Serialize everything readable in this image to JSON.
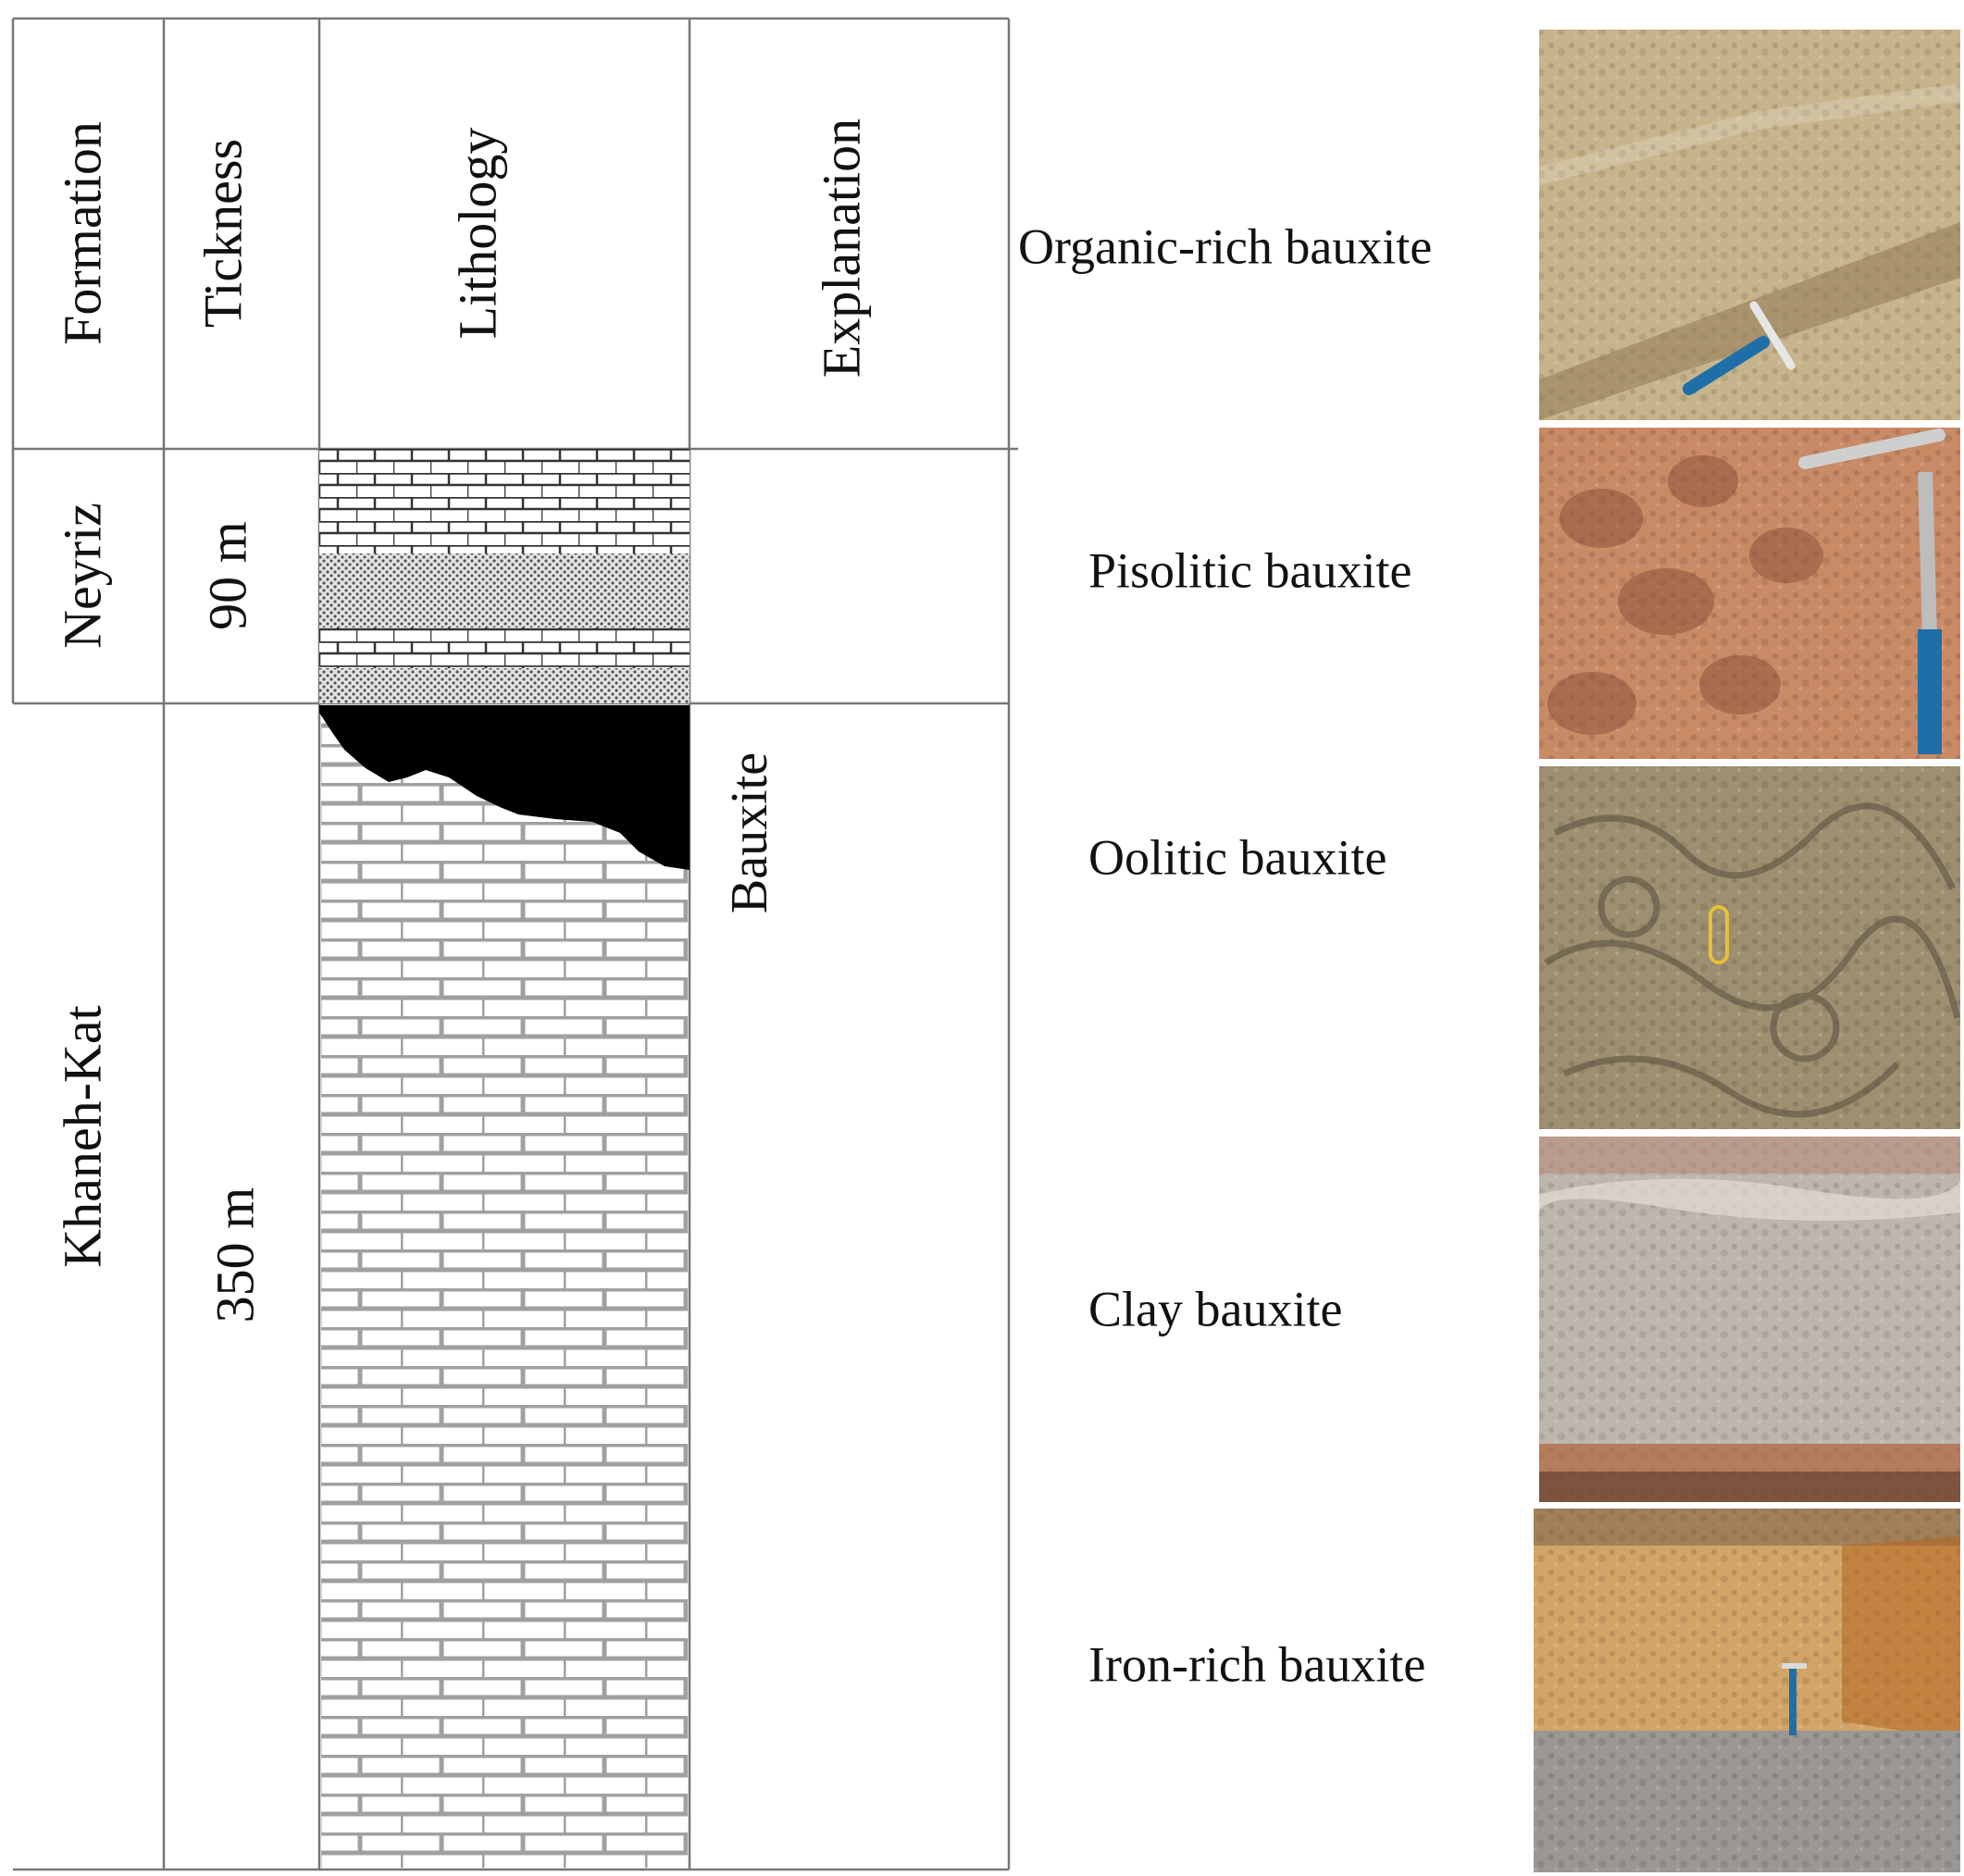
{
  "headers": {
    "formation": "Formation",
    "thickness": "Tickness",
    "lithology": "Lithology",
    "explanation": "Explanation"
  },
  "units": [
    {
      "formation": "Neyriz",
      "thickness": "90 m"
    },
    {
      "formation": "Khaneh-Kat",
      "thickness": "350 m"
    }
  ],
  "lithology_label": "Bauxite",
  "photos": [
    {
      "caption": "Organic-rich bauxite",
      "tone": "#c8b48c",
      "accent": "#8f7a55"
    },
    {
      "caption": "Pisolitic bauxite",
      "tone": "#c98a66",
      "accent": "#8a5037"
    },
    {
      "caption": "Oolitic bauxite",
      "tone": "#9e8f70",
      "accent": "#5d5442"
    },
    {
      "caption": "Clay bauxite",
      "tone": "#bdb6ad",
      "accent": "#b0623a"
    },
    {
      "caption": "Iron-rich bauxite",
      "tone": "#d2a468",
      "accent": "#9a9794"
    }
  ],
  "colors": {
    "line": "#777777",
    "brick": "#9a9a9a",
    "bauxite": "#000000",
    "text": "#111111"
  }
}
